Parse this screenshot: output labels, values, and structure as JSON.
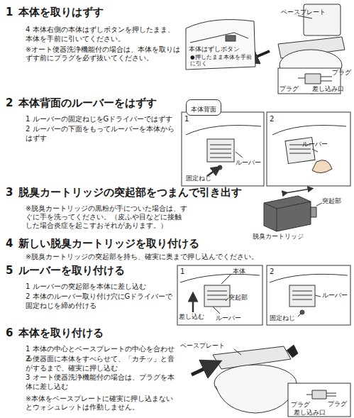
{
  "diagram": {
    "nodes": [
      {
        "text": [
          "本体背面"
        ]
      }
    ],
    "labels": [
      "1",
      "本体を取りはずす",
      "4 本体右側の本体はずしボタンを押したまま、本体を手前に引いてください。",
      "※オート便器洗浄機能付の場合は、本体を取りはずす前にプラグを必ず抜いてください。",
      "ベースプレート",
      "本体はずしボタン",
      "●押したまま本体を手前に引く",
      "プラグ",
      "プラグ",
      "差し込み口",
      "2",
      "本体背面のルーバーをはずす",
      "1 ルーバーの固定ねじをGドライバーではずす",
      "2 ルーバーの下面をもってルーバーを本体からはずす",
      "1",
      "2",
      "ルーバー",
      "固定ねじ",
      "ルーバー",
      "3",
      "脱臭カートリッジの突起部をつまんで引き出す",
      "※脱臭カートリッジの黒粉が手についた場合は、すぐに手を洗ってください。（皮ふや目などに接触した場合炎症を起こすおそれがあります。）",
      "突起部",
      "脱臭カートリッジ",
      "4",
      "新しい脱臭カートリッジを取り付ける",
      "※脱臭カートリッジの突起部を持ち、確実に奥まで押し込んでください。",
      "5",
      "ルーバーを取り付ける",
      "1 ルーバーの突起部を本体に差し込む",
      "2 本体のルーバー取り付け穴にGドライバーで固定ねじを締め付ける",
      "1",
      "本体",
      "差し込む",
      "突起部",
      "ルーバー",
      "2",
      "ルーバー",
      "固定ねじ",
      "6",
      "本体を取り付ける",
      "1 本体の中心とベースプレートの中心を合わせる",
      "2 便器面に本体をすべらせて、「カチッ」と音がするまで、確実に押し込む",
      "3 オート便器洗浄機能付の場合は、プラグを本体に差し込む",
      "※本体をベースプレートに確実に押し込まないとウォシュレットは作動しません。",
      "ベースプレート",
      "プラグ",
      "プラグ",
      "差し込み口"
    ]
  }
}
